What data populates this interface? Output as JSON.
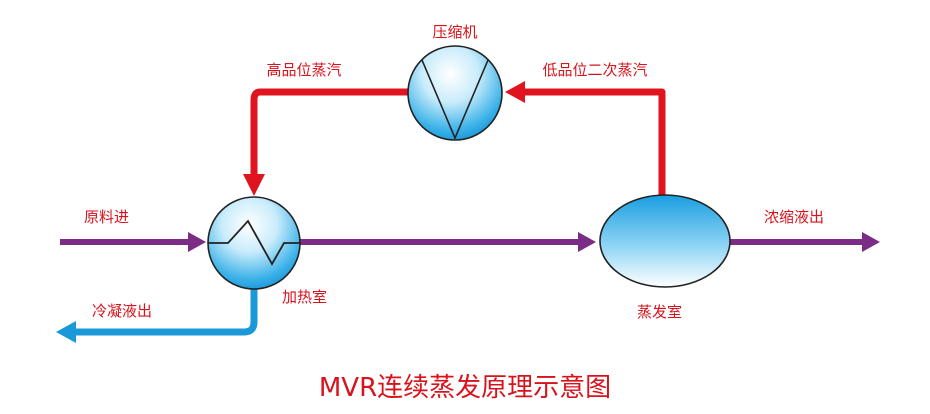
{
  "title": "MVR连续蒸发原理示意图",
  "labels": {
    "compressor": "压缩机",
    "high_grade_steam": "高品位蒸汽",
    "low_grade_secondary_steam": "低品位二次蒸汽",
    "feed_in": "原料进",
    "heating_chamber": "加热室",
    "condensate_out": "冷凝液出",
    "evaporation_chamber": "蒸发室",
    "concentrate_out": "浓缩液出"
  },
  "colors": {
    "steam_line": "#e0141e",
    "process_line": "#7b2d86",
    "condensate_line": "#1a98d8",
    "label_text": "#d8131c",
    "vessel_fill_edge": "#1aa0e2",
    "vessel_outline": "#222222"
  },
  "icons": {
    "compressor": "compressor-icon",
    "heating_chamber": "heat-exchanger-icon",
    "evaporation_chamber": "evaporator-vessel-icon"
  }
}
